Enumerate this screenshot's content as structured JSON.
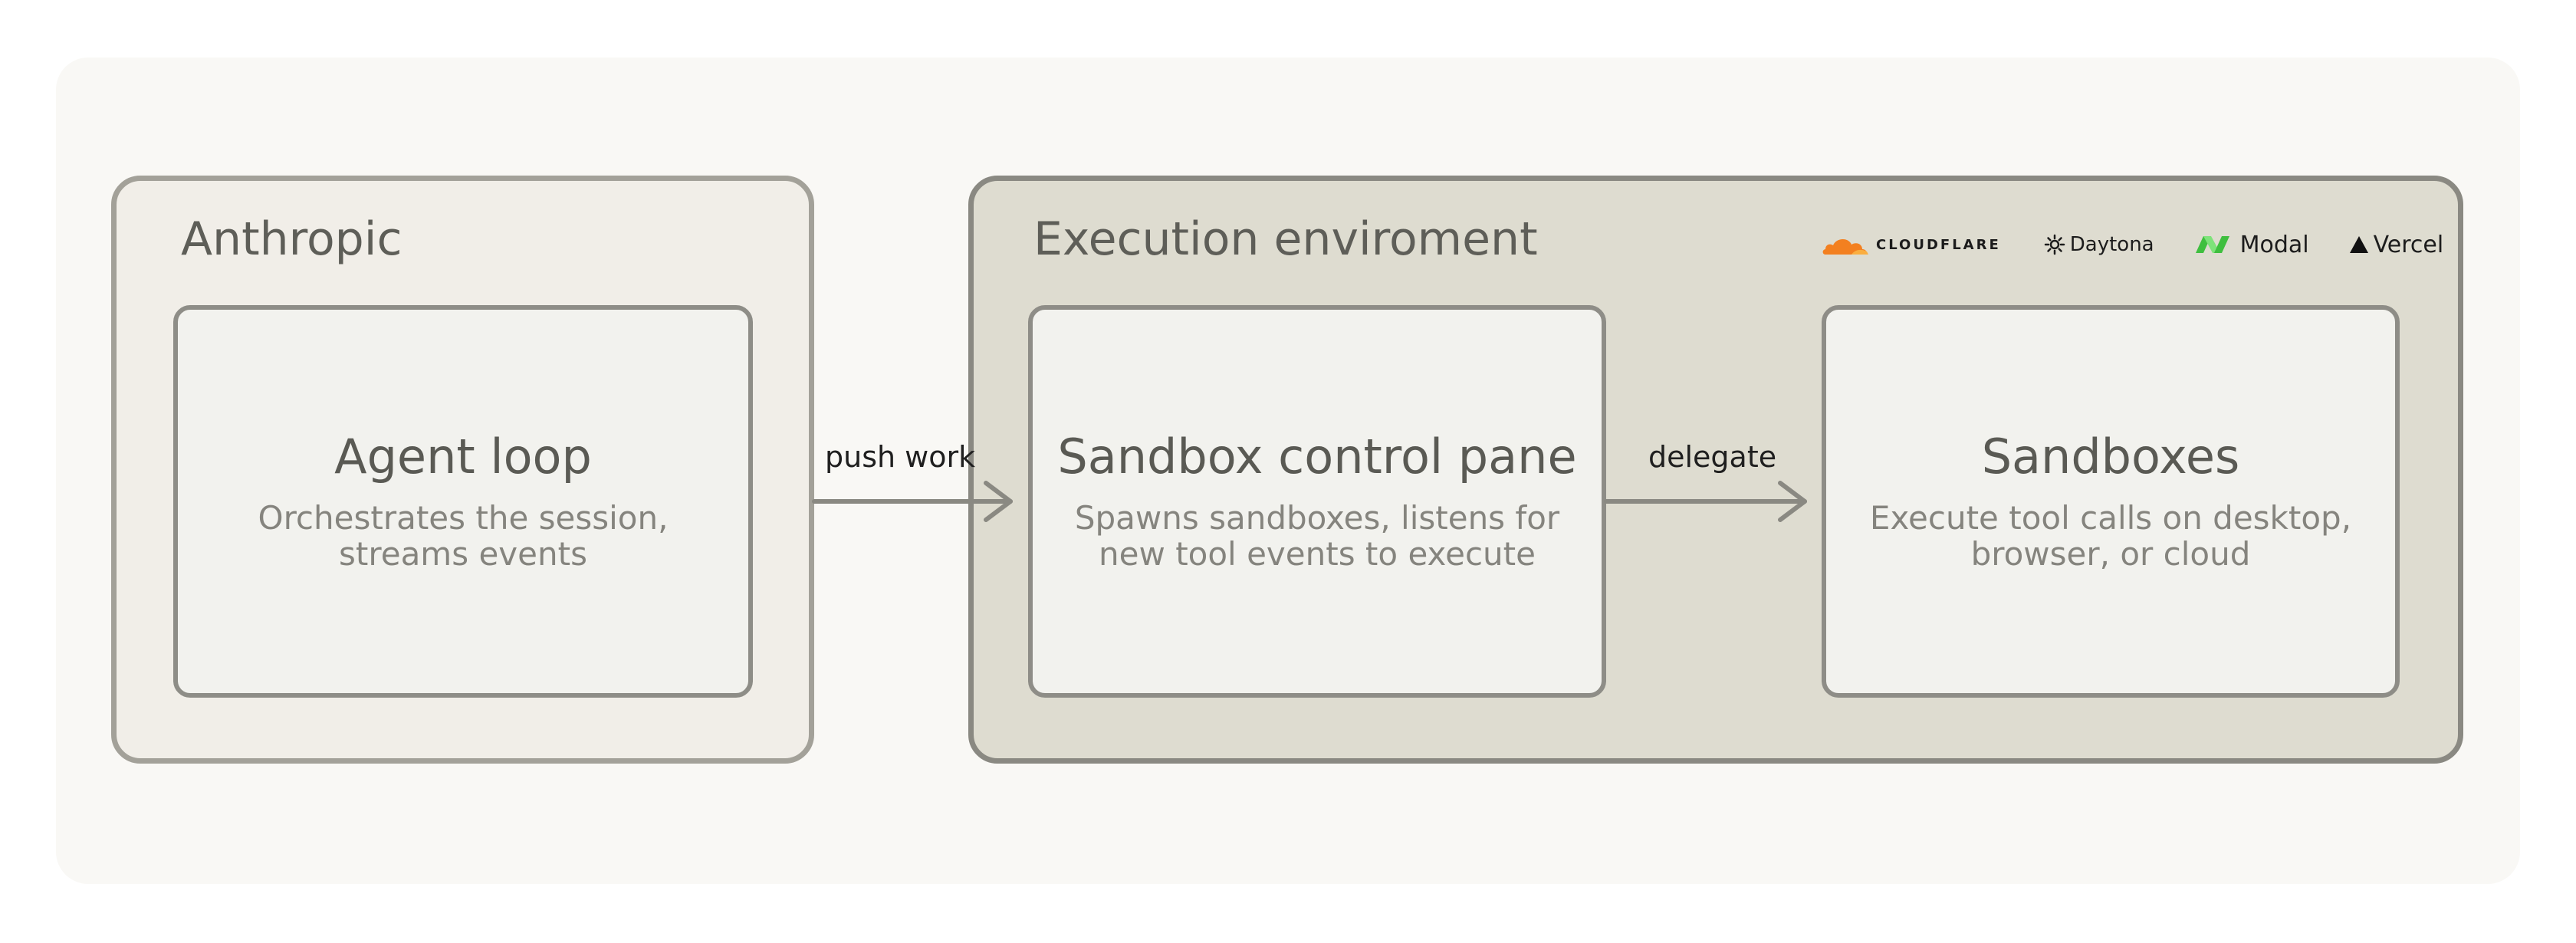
{
  "groups": {
    "anthropic": {
      "title": "Anthropic"
    },
    "execution": {
      "title": "Execution enviroment"
    }
  },
  "boxes": {
    "agent_loop": {
      "title": "Agent loop",
      "description": "Orchestrates the session,\nstreams events"
    },
    "control_pane": {
      "title": "Sandbox control pane",
      "description": "Spawns sandboxes, listens for\nnew tool events to execute"
    },
    "sandboxes": {
      "title": "Sandboxes",
      "description": "Execute tool calls on desktop,\nbrowser, or cloud"
    }
  },
  "edges": {
    "push_work": {
      "label": "push work"
    },
    "delegate": {
      "label": "delegate"
    }
  },
  "logos": {
    "cloudflare": {
      "name": "CLOUDFLARE",
      "icon": "cloud-icon",
      "color": "#f38020"
    },
    "daytona": {
      "name": "Daytona",
      "icon": "sun-icon"
    },
    "modal": {
      "name": "Modal",
      "icon": "modal-mark-icon",
      "color": "#62de61"
    },
    "vercel": {
      "name": "Vercel",
      "icon": "triangle-icon"
    }
  },
  "colors": {
    "anthropic_group_fill": "#f1eee8",
    "execution_group_fill": "#dedcd0",
    "box_fill": "#f2f2ee",
    "arrow": "#8a8982"
  }
}
